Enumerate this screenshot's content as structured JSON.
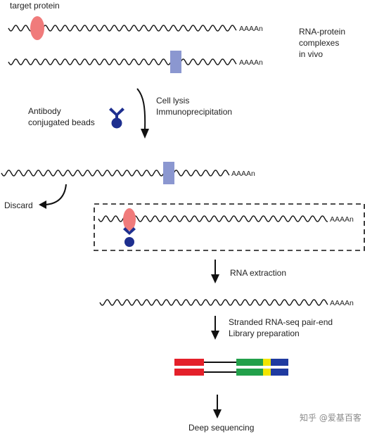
{
  "labels": {
    "target_protein": "target protein",
    "complexes": [
      "RNA-protein",
      "complexes",
      "in vivo"
    ],
    "lysis": [
      "Cell lysis",
      "Immunoprecipitation"
    ],
    "beads": [
      "Antibody",
      "conjugated beads"
    ],
    "discard": "Discard",
    "extraction": "RNA extraction",
    "library": [
      "Stranded RNA-seq pair-end",
      "Library preparation"
    ],
    "sequencing": "Deep sequencing",
    "watermark": "知乎 @爱基百客"
  },
  "rna_tail": "AAAAn",
  "colors": {
    "target_protein": "#f07b7b",
    "other_protein": "#8b97d0",
    "antibody_bead": "#1e2f8f",
    "read_red": "#e4202a",
    "read_green": "#22a04a",
    "read_yellow": "#f2e500",
    "read_blue": "#1f3aa0"
  }
}
